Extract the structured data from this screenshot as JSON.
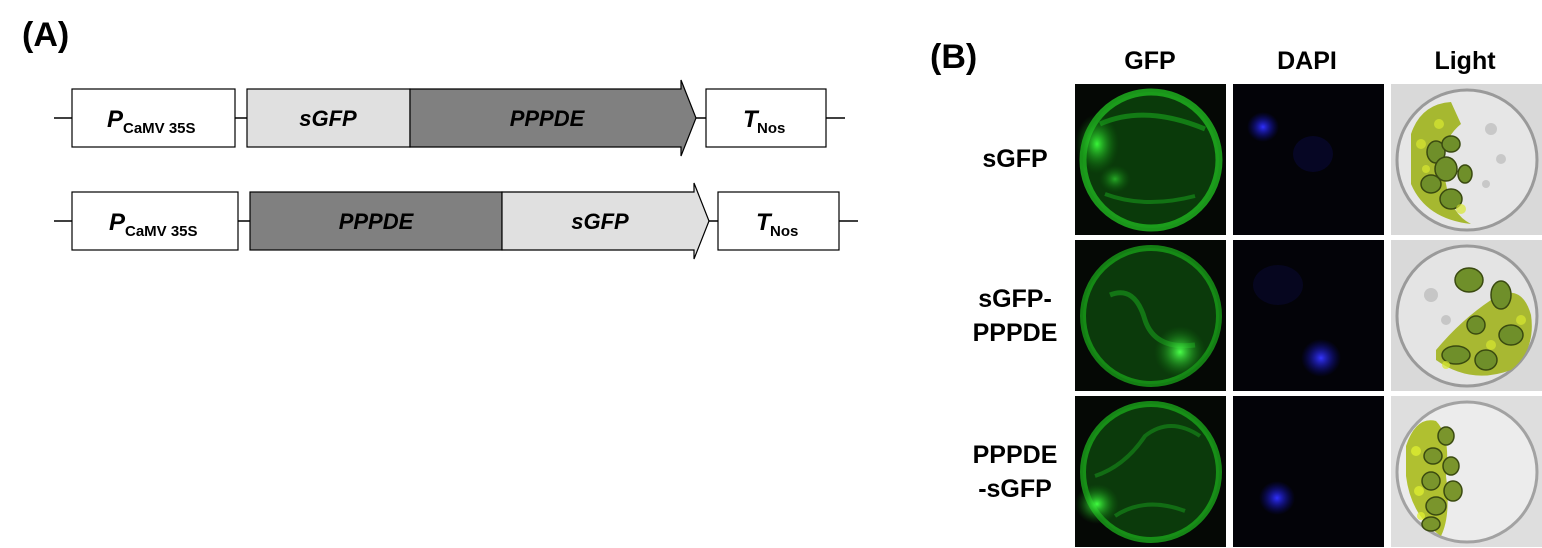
{
  "panel_a": {
    "label": "(A)",
    "constructs": [
      {
        "promoter": {
          "main": "P",
          "sub": "CaMV 35S"
        },
        "segments": [
          {
            "text": "sGFP"
          },
          {
            "text": "PPPDE"
          }
        ],
        "terminator": {
          "main": "T",
          "sub": "Nos"
        }
      },
      {
        "promoter": {
          "main": "P",
          "sub": "CaMV 35S"
        },
        "segments": [
          {
            "text": "PPPDE"
          },
          {
            "text": "sGFP"
          }
        ],
        "terminator": {
          "main": "T",
          "sub": "Nos"
        }
      }
    ],
    "colors": {
      "light_segment": "#e0e0e0",
      "dark_segment": "#808080",
      "box_fill": "#ffffff",
      "stroke": "#000000"
    }
  },
  "panel_b": {
    "label": "(B)",
    "columns": [
      "GFP",
      "DAPI",
      "Light"
    ],
    "rows": [
      {
        "label_lines": [
          "sGFP"
        ]
      },
      {
        "label_lines": [
          "sGFP-",
          "PPPDE"
        ]
      },
      {
        "label_lines": [
          "PPPDE",
          "-sGFP"
        ]
      }
    ],
    "colors": {
      "gfp": "#22c422",
      "dapi": "#1a1aff",
      "dark_bg": "#050505",
      "light_bg": "#dedede"
    }
  }
}
